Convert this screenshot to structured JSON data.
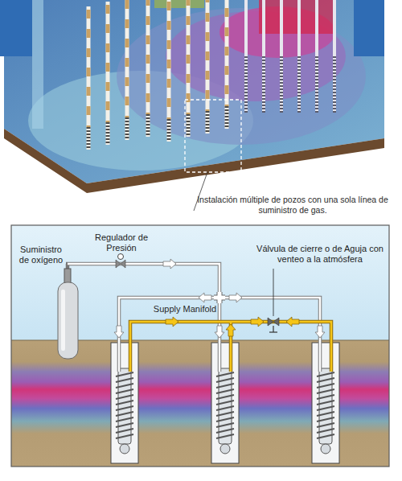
{
  "diagram": {
    "nodes": [
      {
        "text": [
          "Suministro de oxígeno"
        ]
      },
      {
        "text": [
          "Regulador de Presión"
        ]
      },
      {
        "text": [
          "Válvula de cierre o de Aguja con venteo a la atmósfera"
        ]
      }
    ],
    "edges": [
      {
        "from": 0,
        "to": 1,
        "arrow": "none"
      }
    ],
    "labels": [
      "Instalación múltiple de pozos con una sola línea de suministro de gas.",
      "Supply Manifold"
    ]
  }
}
